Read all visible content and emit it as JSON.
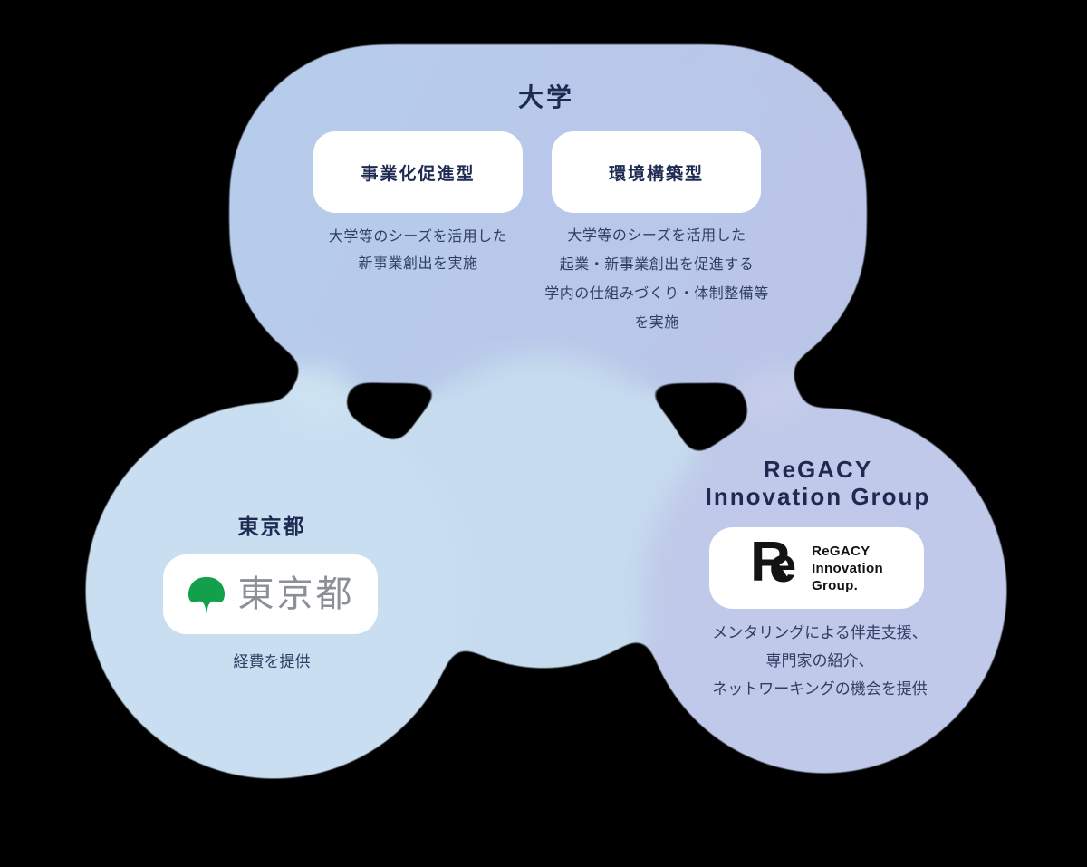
{
  "canvas": {
    "background": "#000000"
  },
  "university": {
    "title": "大学",
    "shape_fill_left": "#b6cdeb",
    "shape_fill_right": "#bac5e8",
    "cards": [
      {
        "heading": "事業化促進型",
        "lines": [
          "大学等のシーズを活用した",
          "新事業創出を実施"
        ]
      },
      {
        "heading": "環境構築型",
        "lines": [
          "大学等のシーズを活用した",
          "起業・新事業創出を促進する",
          "学内の仕組みづくり・体制整備等",
          "を実施"
        ]
      }
    ]
  },
  "tokyo": {
    "title": "東京都",
    "circle_fill": "#c9dff1",
    "logo": {
      "symbol": "ginkgo-leaf",
      "symbol_color": "#12a04b",
      "text": "東京都",
      "text_color": "#8a9097"
    },
    "description": "経費を提供"
  },
  "regacy": {
    "title_lines": [
      "ReGACY",
      "Innovation Group"
    ],
    "circle_fill": "#c0c9e9",
    "logo": {
      "mark_letters": {
        "r": "R",
        "e": "e"
      },
      "text_lines": [
        "ReGACY",
        "Innovation",
        "Group."
      ]
    },
    "description_lines": [
      "メンタリングによる伴走支援、",
      "専門家の紹介、",
      "ネットワーキングの機会を提供"
    ]
  },
  "center": {
    "circle_fill": "#c6dcee"
  },
  "bridges": {
    "left_fill": "#cde2f1",
    "right_fill": "#c5cdea"
  },
  "colors": {
    "title": "#1d2b52",
    "body": "#2f3e63",
    "card_bg": "#ffffff"
  }
}
